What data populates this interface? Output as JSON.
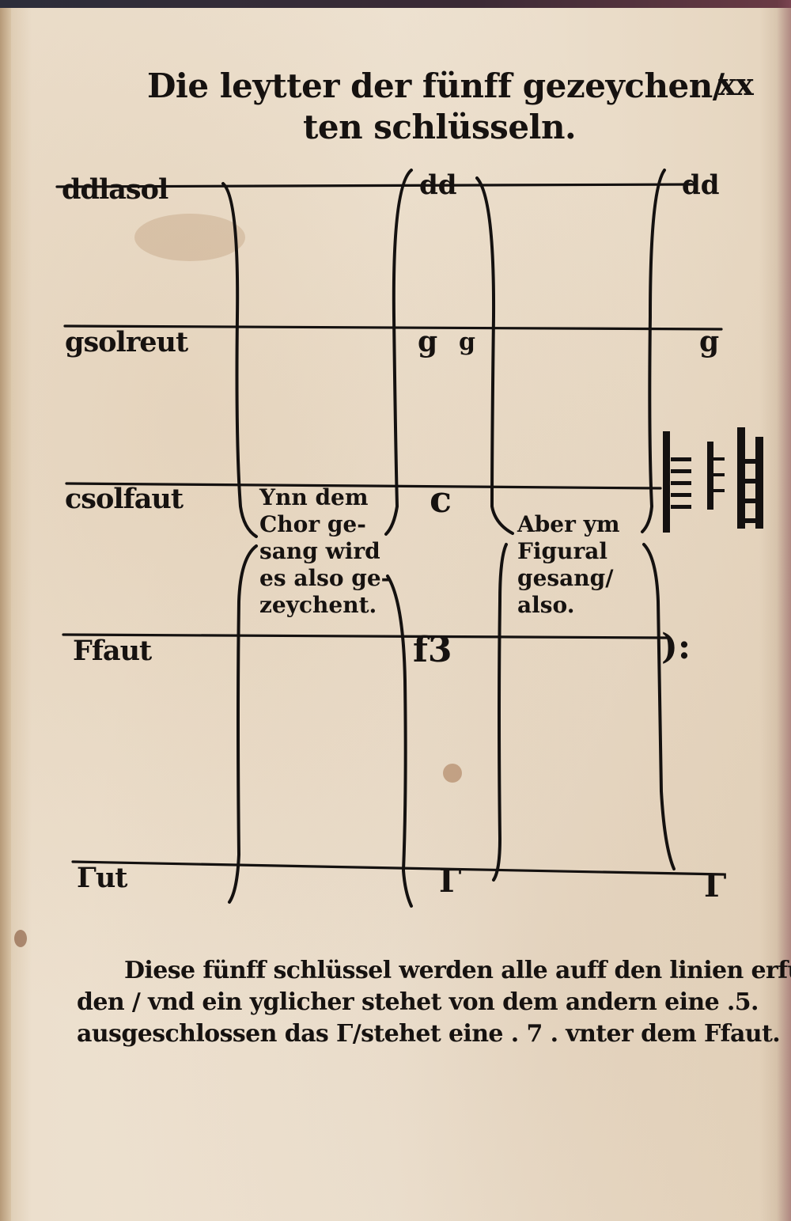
{
  "title": {
    "line1": "Die leytter der fünff gezeychen/",
    "line2": "ten schlüsseln.",
    "folio": "xx"
  },
  "staff_lines": [
    {
      "id": "dd",
      "label": "ddlasol"
    },
    {
      "id": "g",
      "label": "gsolreut"
    },
    {
      "id": "c",
      "label": "csolfaut"
    },
    {
      "id": "f",
      "label": "Ffaut"
    },
    {
      "id": "gamma",
      "label": "Γut"
    }
  ],
  "clef_marks": {
    "dd_choir": "dd",
    "dd_figural": "dd",
    "g_choir": "g",
    "g_small": "g",
    "g_figural": "g",
    "c_choir": "c",
    "f_choir": "f3",
    "f_figural": "):",
    "gamma_choir": "Γ",
    "gamma_figural": "Γ"
  },
  "glosses": {
    "choir": "Ynn dem\nChor ge-\nsang wird\nes also ge-\nzeychent.",
    "figural": "Aber ym\nFigural\ngesang/\nalso."
  },
  "footer": {
    "line1": "Diese fünff schlüssel werden alle auff den linien erfun-",
    "line2": "den / vnd ein yglicher stehet von dem andern eine .5.",
    "line3": "ausgeschlossen das Γ/stehet eine . 7 . vnter dem Ffaut."
  }
}
